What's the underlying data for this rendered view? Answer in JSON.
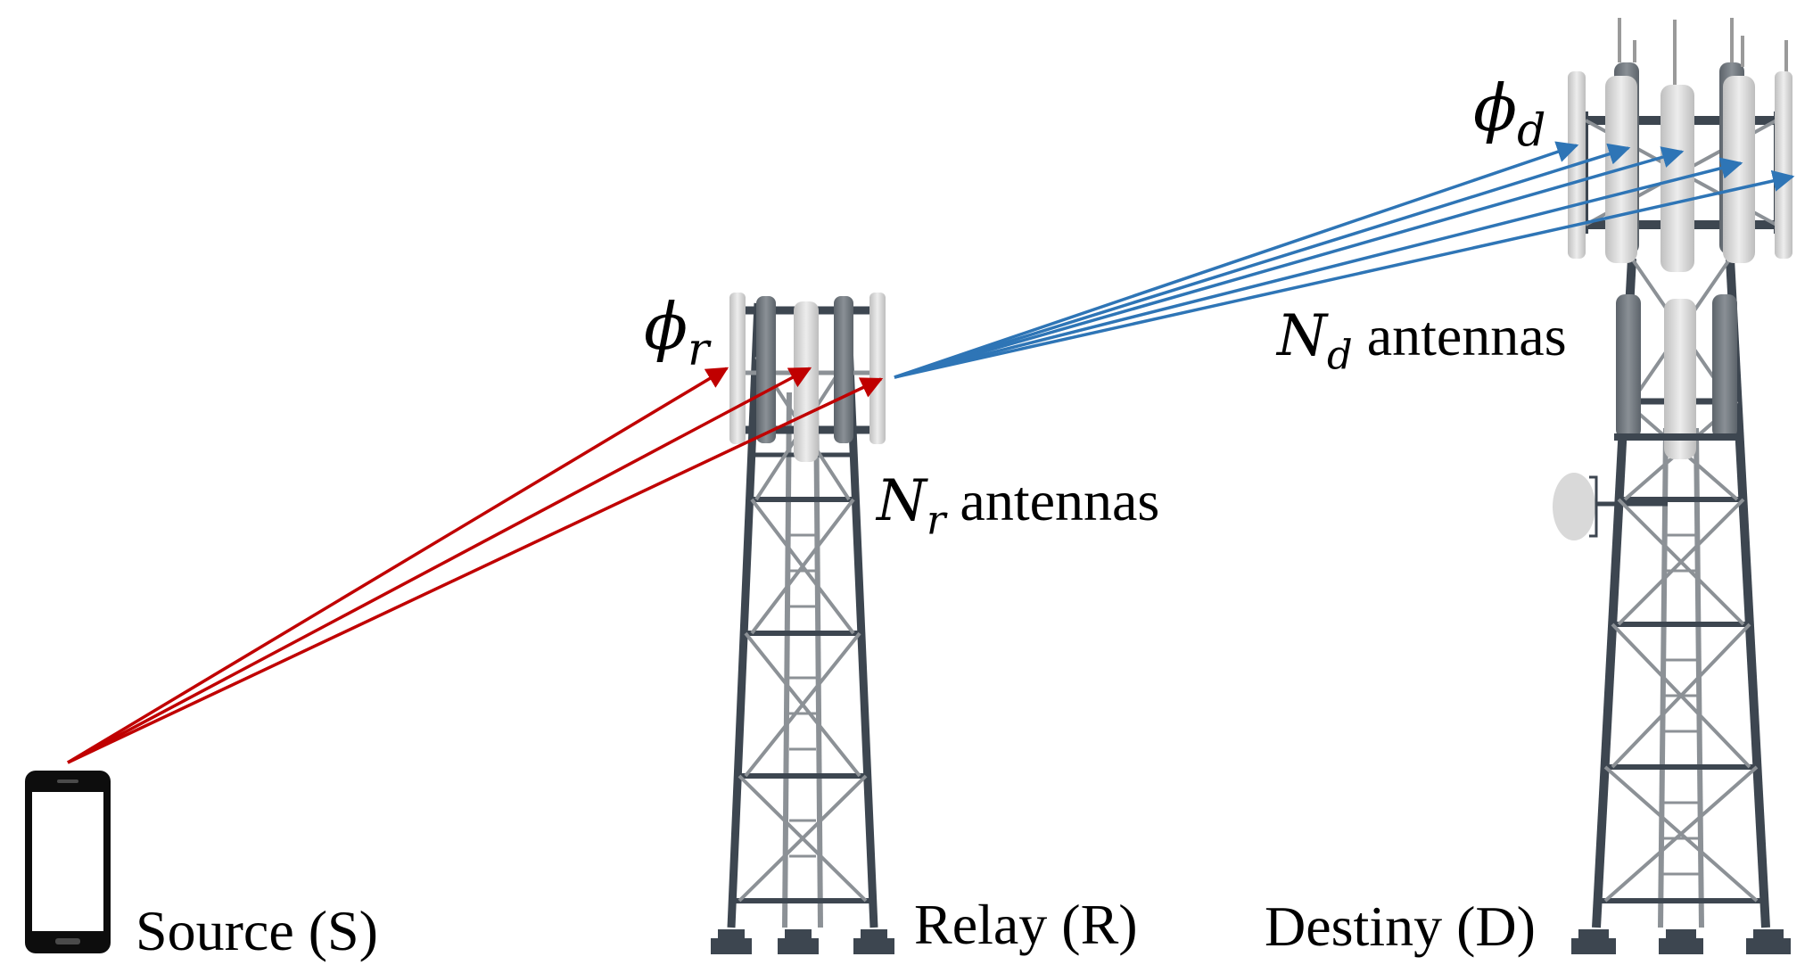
{
  "labels": {
    "source": "Source (S)",
    "relay": "Relay (R)",
    "destiny": "Destiny (D)",
    "phi_r_symbol": "ϕ",
    "phi_r_sub": "r",
    "phi_d_symbol": "ϕ",
    "phi_d_sub": "d",
    "nr_symbol": "N",
    "nr_sub": "r",
    "nr_text": " antennas",
    "nd_symbol": "N",
    "nd_sub": "d",
    "nd_text": " antennas"
  },
  "colors": {
    "source_to_relay": "#c00000",
    "relay_to_destiny": "#2e75b6",
    "tower_dark": "#3d4650",
    "tower_light": "#8c9196",
    "antenna_panel": "#d9d9d9",
    "phone_body": "#0d0d0d"
  },
  "icons": {
    "source": "smartphone-icon",
    "relay": "cell-tower-icon",
    "destiny": "cell-tower-icon"
  }
}
